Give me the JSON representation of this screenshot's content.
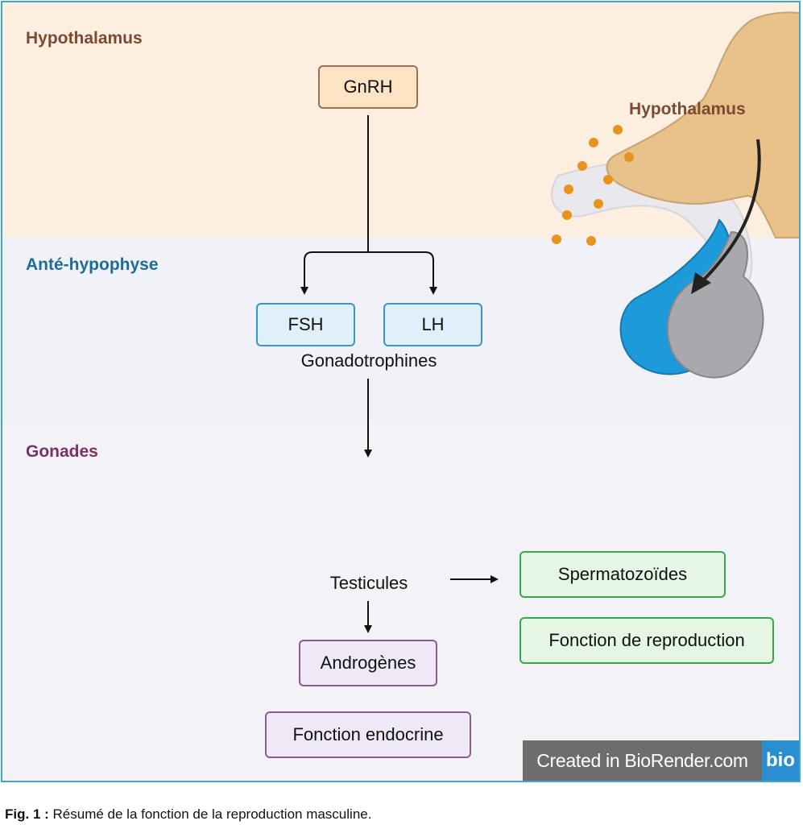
{
  "regions": {
    "hypothalamus": "Hypothalamus",
    "ante_hypophyse": "Anté-hypophyse",
    "gonades": "Gonades"
  },
  "nodes": {
    "gnrh": "GnRH",
    "fsh": "FSH",
    "lh": "LH",
    "gonadotrophines": "Gonadotrophines",
    "testicules": "Testicules",
    "spermatozoides": "Spermatozoïdes",
    "fonction_reproduction": "Fonction de reproduction",
    "androgenes": "Androgènes",
    "fonction_endocrine": "Fonction endocrine"
  },
  "illustration": {
    "label": "Hypothalamus"
  },
  "watermark": {
    "text": "Created in BioRender.com",
    "logo": "bio"
  },
  "caption": {
    "prefix": "Fig. 1 :",
    "text": " Résumé de la fonction de la reproduction masculine."
  },
  "colors": {
    "hypothalamus_band": "#fcefdf",
    "ante_band": "#f1f1f8",
    "gonades_band": "#f3f2f7",
    "hypothalamus_label": "#7b4a35",
    "ante_label": "#1d6d98",
    "gonades_label": "#7a3266",
    "gnrh_fill": "#fbe3c4",
    "gnrh_border": "#9a7155",
    "hormone_fill": "#dff0fa",
    "hormone_border": "#3c95c6",
    "function_fill": "#e6f6e4",
    "function_border": "#3aa84a",
    "androgen_fill": "#efe8f7",
    "androgen_border": "#8e5a88",
    "frame_border": "#3ea6d4"
  }
}
